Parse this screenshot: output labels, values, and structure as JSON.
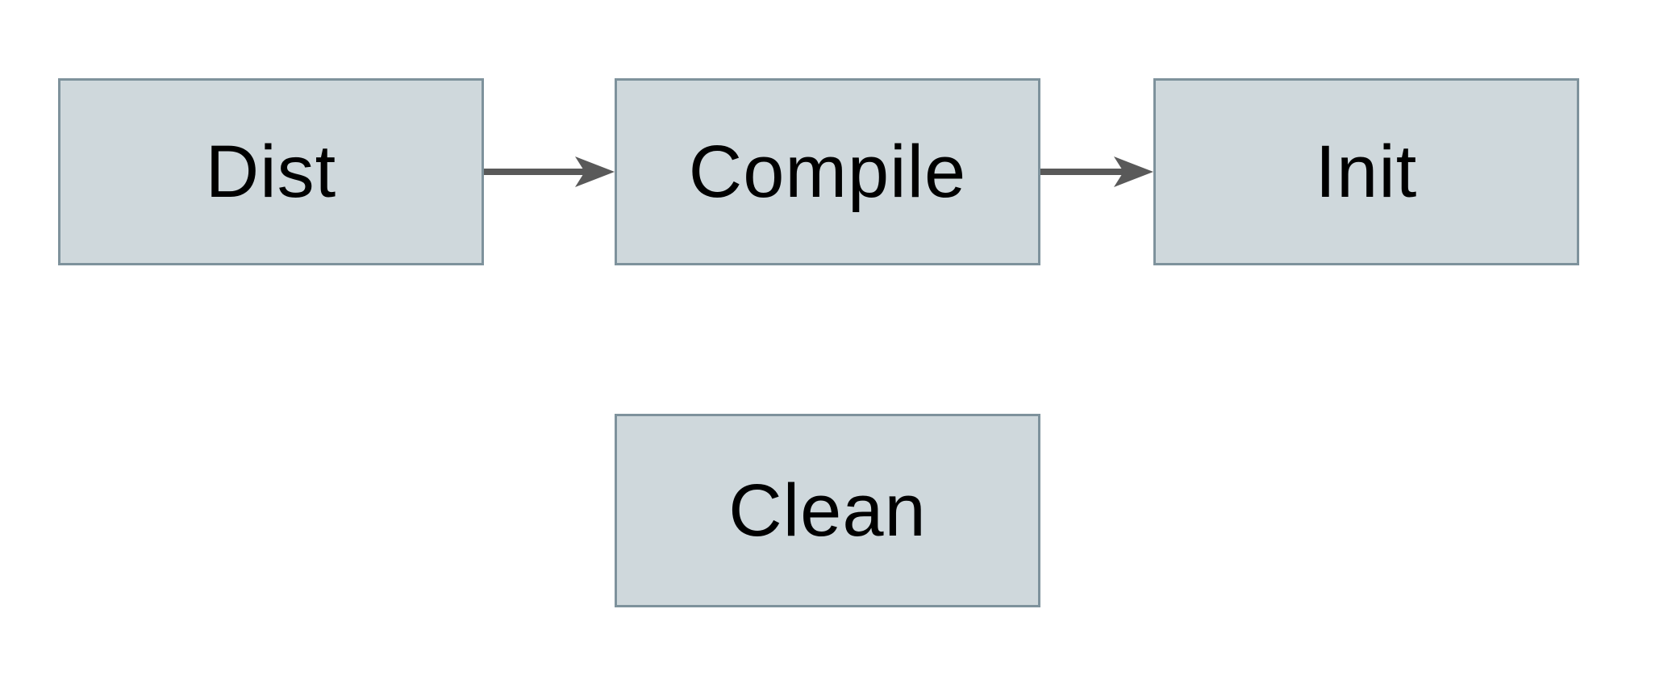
{
  "diagram": {
    "type": "flowchart",
    "background": "#ffffff",
    "nodes": [
      {
        "id": "dist",
        "label": "Dist"
      },
      {
        "id": "compile",
        "label": "Compile"
      },
      {
        "id": "init",
        "label": "Init"
      },
      {
        "id": "clean",
        "label": "Clean"
      }
    ],
    "edges": [
      {
        "from": "dist",
        "to": "compile",
        "direction": "right",
        "head": "stealth-arrow"
      },
      {
        "from": "compile",
        "to": "init",
        "direction": "right",
        "head": "stealth-arrow"
      }
    ],
    "colors": {
      "node_fill": "#cfd8dc",
      "node_border": "#7e929c",
      "arrow": "#595959",
      "text": "#000000",
      "canvas_bg": "#ffffff"
    }
  }
}
